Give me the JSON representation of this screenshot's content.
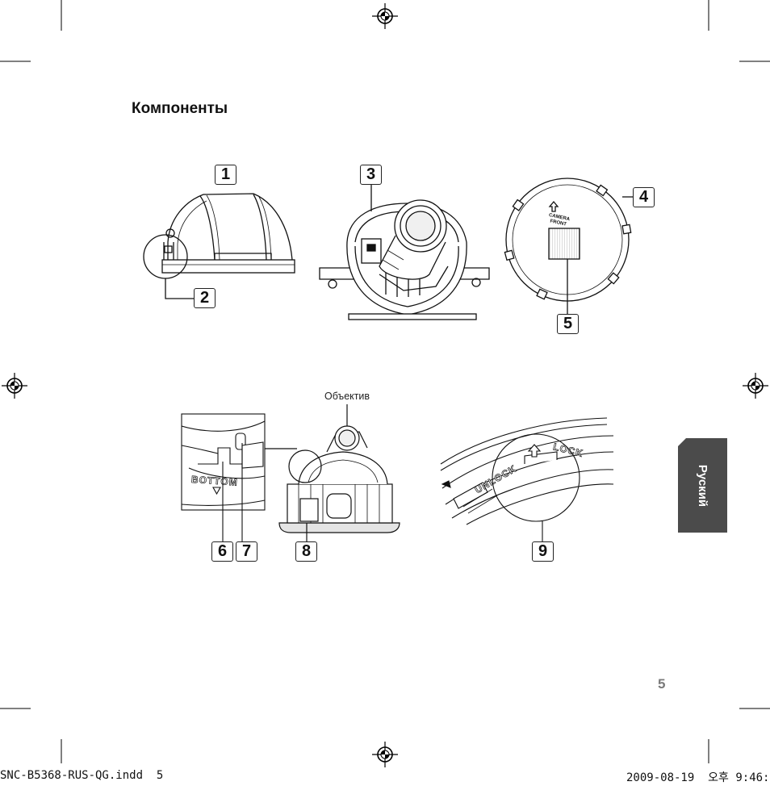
{
  "page": {
    "title": "Компоненты",
    "page_number": "5",
    "side_tab": "Руский"
  },
  "figure_top": {
    "callouts": [
      "1",
      "2",
      "3",
      "4",
      "5"
    ],
    "cover_text": [
      "CAMERA",
      "FRONT"
    ]
  },
  "figure_bottom": {
    "lens_label": "Объектив",
    "bottom_text": "BOTTOM",
    "unlock_text": "UNLOCK",
    "lock_text": "LOCK",
    "callouts": [
      "6",
      "7",
      "8",
      "9"
    ]
  },
  "footer": {
    "file": "SNC-B5368-RUS-QG.indd  5",
    "timestamp": "2009-08-19  오후 9:46:"
  }
}
